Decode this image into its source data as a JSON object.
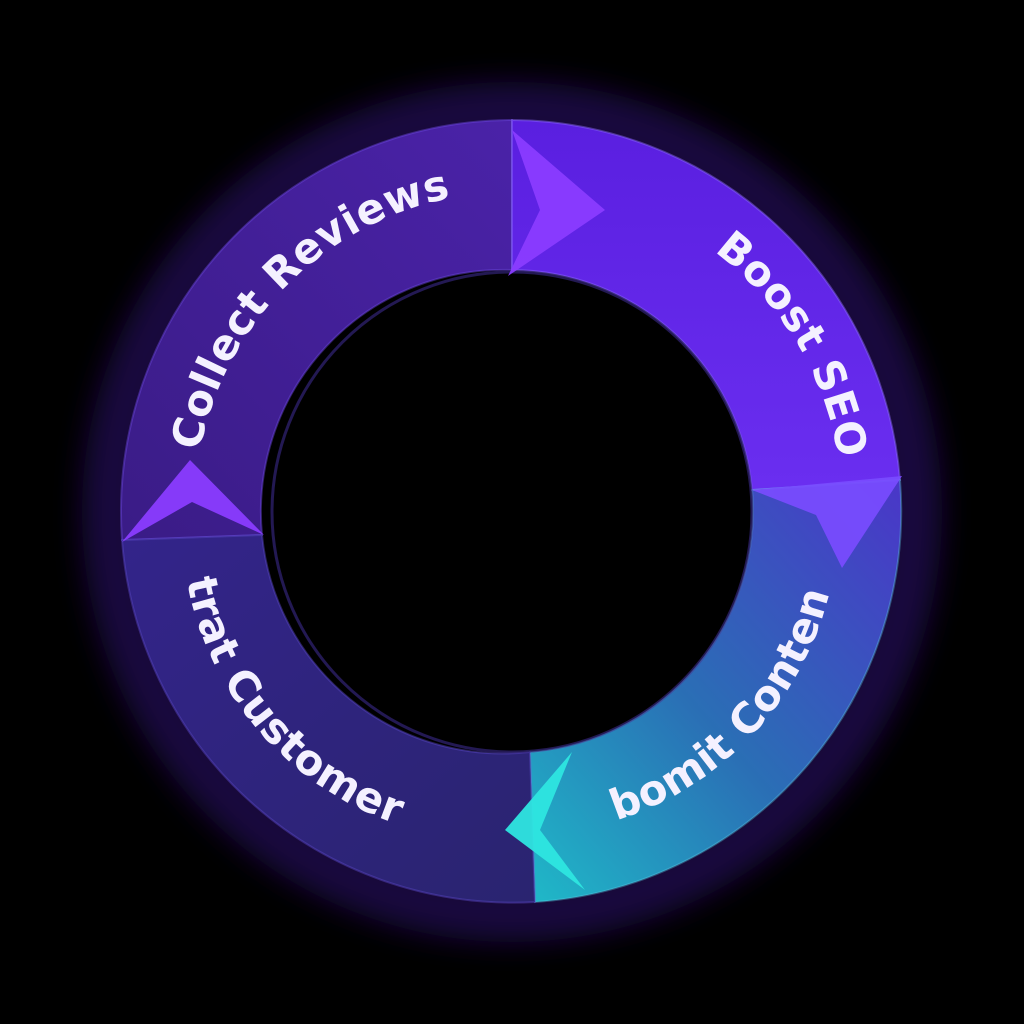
{
  "diagram": {
    "segments": [
      {
        "label": "Collect Reviews"
      },
      {
        "label": "Boost SEO"
      },
      {
        "label": "Gbomit Content"
      },
      {
        "label": "Atrat Customers"
      }
    ],
    "colors": {
      "background": "#000000",
      "collect_reviews": "#3f1f8f",
      "boost_seo": "#5b21d6",
      "generate_content": "#24b8c8",
      "attract_customers": "#2f2a80",
      "arrow_purple": "#8a3cff",
      "arrow_cyan": "#2ee6e0",
      "label_text": "#f4f1ff"
    }
  }
}
